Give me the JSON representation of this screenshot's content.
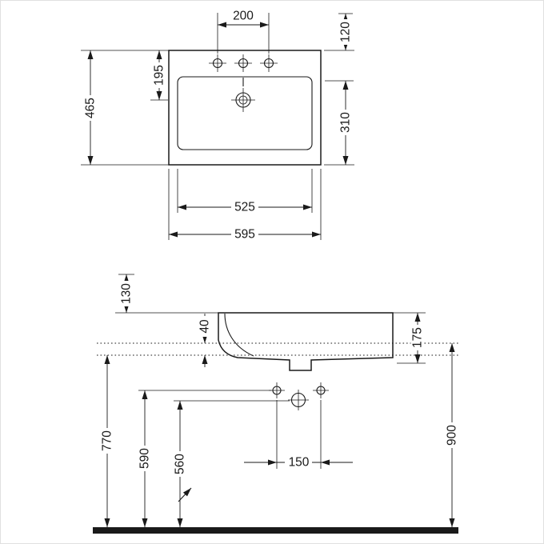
{
  "plan": {
    "dims": {
      "tap_spacing": "200",
      "rear_edge_to_taps": "120",
      "rear_edge_to_drain": "195",
      "overall_depth": "465",
      "bowl_to_front": "310",
      "bowl_width": "525",
      "overall_width": "595"
    }
  },
  "elevation": {
    "dims": {
      "above_rim_ref": "130",
      "rim_ledge_thickness": "40",
      "apron_height": "175",
      "floor_to_underside": "770",
      "floor_to_fixing_holes": "590",
      "floor_to_waste": "560",
      "supply_spacing": "150",
      "floor_to_rim": "900"
    }
  },
  "colors": {
    "line": "#1a1a1a",
    "bg": "#ffffff"
  }
}
